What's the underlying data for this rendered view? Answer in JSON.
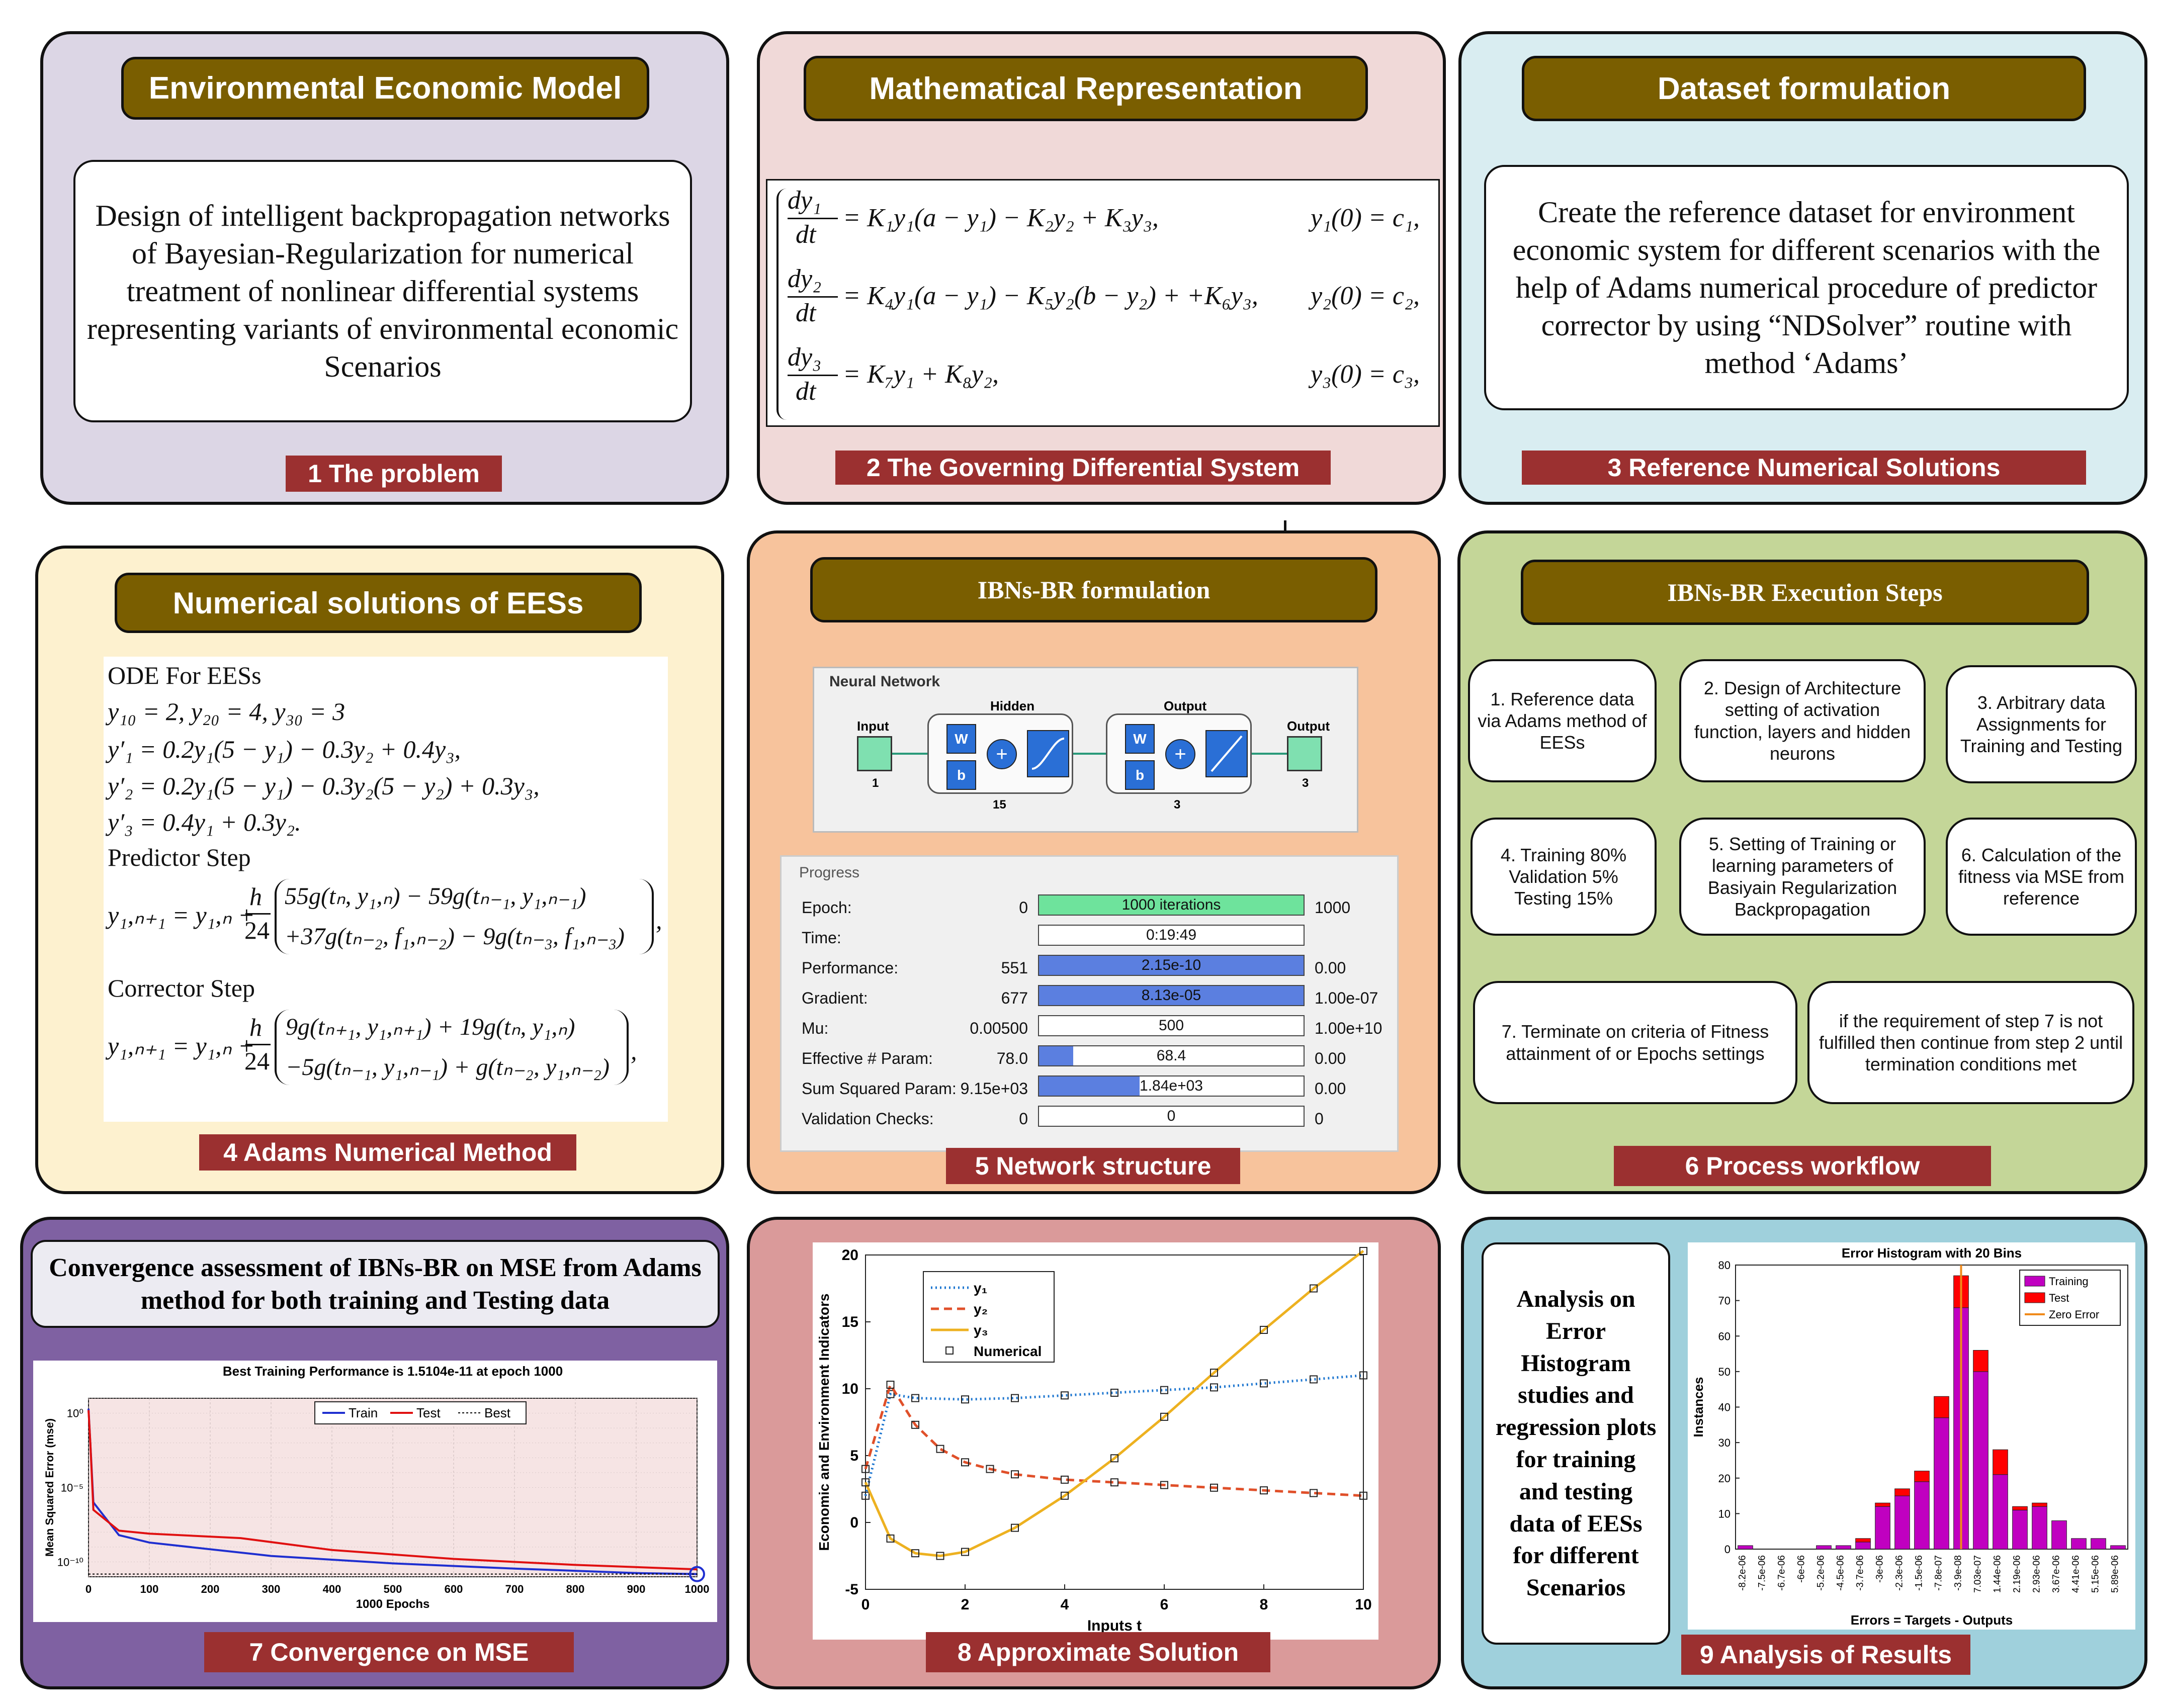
{
  "colors": {
    "p1": "#dcd6e5",
    "p2": "#f0d9d8",
    "p3": "#d9edf1",
    "p4": "#fdf1cf",
    "p5": "#f7c39c",
    "p6": "#c4d698",
    "p7": "#7f61a2",
    "p8": "#da9a9a",
    "p9": "#9fd0dc",
    "header": "#7a5e00",
    "caption": "#9b3030"
  },
  "p1": {
    "header": "Environmental Economic Model",
    "text": "Design of intelligent backpropagation networks of Bayesian-Regularization for numerical treatment of nonlinear differential systems representing variants of environmental economic Scenarios",
    "caption": "1 The problem"
  },
  "p2": {
    "header": "Mathematical Representation",
    "eq1": "= K₁y₁(a − y₁) − K₂y₂ + K₃y₃,",
    "ic1": "y₁(0) = c₁,",
    "eq2": "= K₄y₁(a − y₁) − K₅y₂(b − y₂) + +K₆y₃,",
    "ic2": "y₂(0) = c₂,",
    "eq3": "= K₇y₁ + K₈y₂,",
    "ic3": "y₃(0) = c₃,",
    "d1": "dy₁",
    "d2": "dy₂",
    "d3": "dy₃",
    "dt": "dt",
    "caption": "2 The Governing Differential System"
  },
  "p3": {
    "header": "Dataset formulation",
    "text": "Create the reference dataset for environment economic system for different scenarios with the help of Adams numerical procedure of predictor corrector by using “NDSolver” routine with method ‘Adams’",
    "caption": "3 Reference Numerical Solutions"
  },
  "p4": {
    "header": "Numerical solutions of EESs",
    "l1": "ODE For EESs",
    "l2": "y₁₀ = 2, y₂₀ = 4, y₃₀ = 3",
    "l3": "y′₁ = 0.2y₁(5 − y₁) − 0.3y₂ + 0.4y₃,",
    "l4": "y′₂ = 0.2y₁(5 − y₁) − 0.3y₂(5 − y₂) + 0.3y₃,",
    "l5": "y′₃ = 0.4y₁ + 0.3y₂.",
    "l6": "Predictor Step",
    "p_lhs": "y₁,ₙ₊₁ = y₁,ₙ +",
    "h": "h",
    "n24": "24",
    "p_a": "55g(tₙ, y₁,ₙ) − 59g(tₙ₋₁, y₁,ₙ₋₁)",
    "p_b": "+37g(tₙ₋₂, f₁,ₙ₋₂) − 9g(tₙ₋₃, f₁,ₙ₋₃)",
    "l7": "Corrector Step",
    "c_a": "9g(tₙ₊₁, y₁,ₙ₊₁) + 19g(tₙ, y₁,ₙ)",
    "c_b": "−5g(tₙ₋₁, y₁,ₙ₋₁) + g(tₙ₋₂, y₁,ₙ₋₂)",
    "caption": "4 Adams Numerical Method"
  },
  "p5": {
    "header": "IBNs-BR formulation",
    "nn_title": "Neural Network",
    "input": "Input",
    "hidden": "Hidden",
    "output_layer": "Output",
    "output": "Output",
    "w": "W",
    "b": "b",
    "n_in": "1",
    "n_hidden": "15",
    "n_outl": "3",
    "n_out": "3",
    "progress": "Progress",
    "rows": [
      {
        "label": "Epoch:",
        "start": "0",
        "bar": "1000 iterations",
        "end": "1000",
        "fill": 1.0,
        "green": true
      },
      {
        "label": "Time:",
        "start": "",
        "bar": "0:19:49",
        "end": "",
        "fill": 0,
        "green": false
      },
      {
        "label": "Performance:",
        "start": "551",
        "bar": "2.15e-10",
        "end": "0.00",
        "fill": 1.0,
        "green": false
      },
      {
        "label": "Gradient:",
        "start": "677",
        "bar": "8.13e-05",
        "end": "1.00e-07",
        "fill": 1.0,
        "green": false
      },
      {
        "label": "Mu:",
        "start": "0.00500",
        "bar": "500",
        "end": "1.00e+10",
        "fill": 0,
        "green": false
      },
      {
        "label": "Effective # Param:",
        "start": "78.0",
        "bar": "68.4",
        "end": "0.00",
        "fill": 0.13,
        "green": false
      },
      {
        "label": "Sum Squared Param:",
        "start": "9.15e+03",
        "bar": "1.84e+03",
        "end": "0.00",
        "fill": 0.38,
        "green": false
      },
      {
        "label": "Validation Checks:",
        "start": "0",
        "bar": "0",
        "end": "0",
        "fill": 0,
        "green": false
      }
    ],
    "caption": "5 Network structure"
  },
  "p6": {
    "header": "IBNs-BR Execution Steps",
    "s1": "1. Reference data via Adams method of EESs",
    "s2": "2. Design of Architecture setting of activation function, layers and hidden neurons",
    "s3": "3. Arbitrary data Assignments for Training and Testing",
    "s4": "4. Training 80% Validation 5% Testing 15%",
    "s5": "5. Setting of Training or learning parameters of Basiyain Regularization Backpropagation",
    "s6": "6.   Calculation of the fitness via MSE from reference",
    "s7": "7. Terminate on criteria of Fitness attainment of or Epochs settings",
    "s8": "if the requirement of step 7 is not fulfilled then continue from step 2 until termination conditions met",
    "caption": "6 Process workflow"
  },
  "p7": {
    "header": "Convergence assessment of IBNs-BR on MSE from Adams method for both training and Testing data",
    "caption": "7 Convergence on MSE"
  },
  "p8": {
    "caption": "8 Approximate Solution"
  },
  "p9": {
    "text": "Analysis on Error Histogram studies and regression plots for training and testing data of EESs for different Scenarios",
    "caption": "9 Analysis of Results"
  },
  "chart_data": [
    {
      "type": "line",
      "title": "Best Training Performance is 1.5104e-11 at epoch 1000",
      "xlabel": "1000 Epochs",
      "ylabel": "Mean Squared Error  (mse)",
      "xlim": [
        0,
        1000
      ],
      "ylim_log10": [
        -11,
        1
      ],
      "xticks": [
        0,
        100,
        200,
        300,
        400,
        500,
        600,
        700,
        800,
        900,
        1000
      ],
      "yticks": [
        "10⁰",
        "10⁻⁵",
        "10⁻¹⁰"
      ],
      "legend": [
        "Train",
        "Test",
        "Best"
      ],
      "series": [
        {
          "name": "Train",
          "color": "#1f2fd0",
          "x": [
            0,
            3,
            8,
            50,
            100,
            300,
            500,
            700,
            900,
            1000
          ],
          "log10y": [
            0.3,
            -2,
            -6,
            -8.2,
            -8.7,
            -9.6,
            -10.1,
            -10.45,
            -10.75,
            -10.82
          ]
        },
        {
          "name": "Test",
          "color": "#e01010",
          "x": [
            0,
            3,
            8,
            50,
            100,
            250,
            400,
            600,
            800,
            1000
          ],
          "log10y": [
            0.2,
            -2,
            -6.5,
            -7.9,
            -8.1,
            -8.4,
            -9.2,
            -9.8,
            -10.2,
            -10.5
          ]
        },
        {
          "name": "Best",
          "color": "#000000",
          "x": [
            0,
            1000
          ],
          "log10y": [
            -10.82,
            -10.82
          ]
        }
      ],
      "best": {
        "x": 1000,
        "log10y": -10.82
      }
    },
    {
      "type": "line",
      "xlabel": "Inputs t",
      "ylabel": "Economic and Environment Indicators",
      "xlim": [
        0,
        10
      ],
      "ylim": [
        -5,
        20
      ],
      "xticks": [
        0,
        2,
        4,
        6,
        8,
        10
      ],
      "yticks": [
        -5,
        0,
        5,
        10,
        15,
        20
      ],
      "legend": [
        "y₁",
        "y₂",
        "y₃",
        "Numerical"
      ],
      "series": [
        {
          "name": "y₁",
          "color": "#1f77d0",
          "x": [
            0,
            0.5,
            1,
            2,
            3,
            4,
            5,
            6,
            7,
            8,
            9,
            10
          ],
          "y": [
            2,
            9.6,
            9.3,
            9.2,
            9.3,
            9.5,
            9.7,
            9.9,
            10.1,
            10.4,
            10.7,
            11.0
          ]
        },
        {
          "name": "y₂",
          "color": "#e0502a",
          "x": [
            0,
            0.5,
            1,
            1.5,
            2,
            2.5,
            3,
            4,
            5,
            6,
            7,
            8,
            9,
            10
          ],
          "y": [
            4,
            10.3,
            7.3,
            5.5,
            4.5,
            4.0,
            3.6,
            3.2,
            3.0,
            2.8,
            2.6,
            2.4,
            2.2,
            2.0
          ]
        },
        {
          "name": "y₃",
          "color": "#edb120",
          "x": [
            0,
            0.5,
            1,
            1.5,
            2,
            3,
            4,
            5,
            6,
            7,
            8,
            9,
            10
          ],
          "y": [
            3,
            -1.2,
            -2.3,
            -2.5,
            -2.2,
            -0.4,
            2.0,
            4.8,
            7.9,
            11.2,
            14.4,
            17.5,
            20.3
          ]
        }
      ]
    },
    {
      "type": "bar",
      "title": "Error Histogram with 20 Bins",
      "xlabel": "Errors = Targets - Outputs",
      "ylabel": "Instances",
      "ylim": [
        0,
        80
      ],
      "yticks": [
        0,
        10,
        20,
        30,
        40,
        50,
        60,
        70,
        80
      ],
      "categories": [
        "-8.2e-06",
        "-7.5e-06",
        "-6.7e-06",
        "-6e-06",
        "-5.2e-06",
        "-4.5e-06",
        "-3.7e-06",
        "-3e-06",
        "-2.3e-06",
        "-1.5e-06",
        "-7.8e-07",
        "-3.9e-08",
        "7.03e-07",
        "1.44e-06",
        "2.19e-06",
        "2.93e-06",
        "3.67e-06",
        "4.41e-06",
        "5.15e-06",
        "5.89e-06"
      ],
      "legend": [
        "Training",
        "Test",
        "Zero Error"
      ],
      "series": [
        {
          "name": "Training",
          "color": "#c000c0",
          "values": [
            1,
            0,
            0,
            0,
            1,
            1,
            2,
            12,
            15,
            19,
            37,
            68,
            50,
            21,
            11,
            12,
            8,
            3,
            3,
            1
          ]
        },
        {
          "name": "Test",
          "color": "#ff0000",
          "values": [
            0,
            0,
            0,
            0,
            0,
            0,
            1,
            1,
            2,
            3,
            6,
            9,
            6,
            7,
            1,
            1,
            0,
            0,
            0,
            0
          ]
        }
      ],
      "zero_error_index": 11
    }
  ]
}
